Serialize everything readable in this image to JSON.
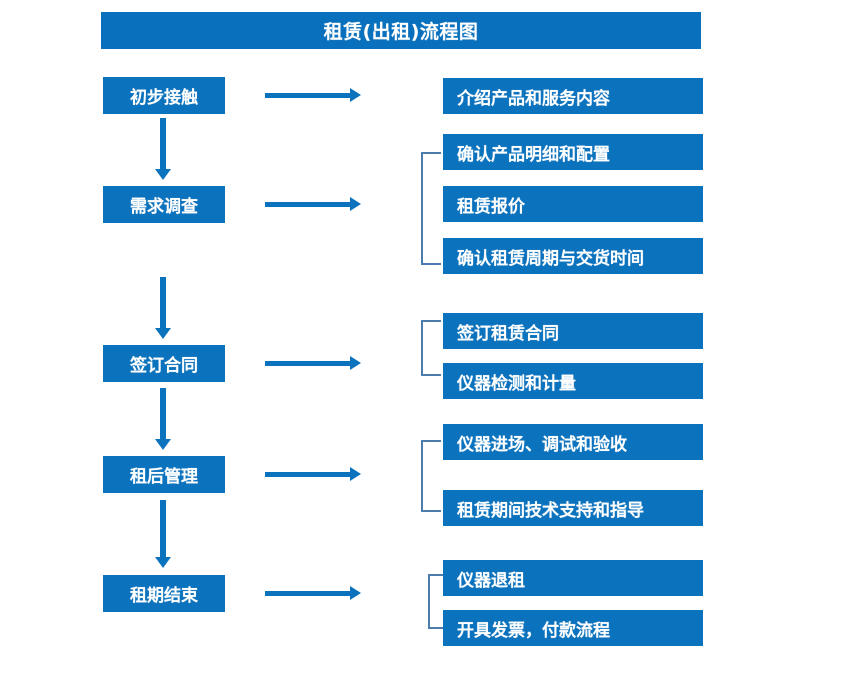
{
  "diagram": {
    "title": "租赁(出租)流程图",
    "colors": {
      "box_blue": "#0b72bd",
      "title_blue": "#0970bd",
      "arrow_blue": "#0b72bd",
      "bracket_blue": "#4a7cae",
      "background": "#ffffff",
      "text": "#ffffff"
    },
    "stages": [
      {
        "label": "初步接触"
      },
      {
        "label": "需求调查"
      },
      {
        "label": "签订合同"
      },
      {
        "label": "租后管理"
      },
      {
        "label": "租期结束"
      }
    ],
    "details": [
      {
        "label": "介绍产品和服务内容"
      },
      {
        "label": "确认产品明细和配置"
      },
      {
        "label": "租赁报价"
      },
      {
        "label": "确认租赁周期与交货时间"
      },
      {
        "label": "签订租赁合同"
      },
      {
        "label": "仪器检测和计量"
      },
      {
        "label": "仪器进场、调试和验收"
      },
      {
        "label": "租赁期间技术支持和指导"
      },
      {
        "label": "仪器退租"
      },
      {
        "label": "开具发票，付款流程"
      }
    ]
  }
}
